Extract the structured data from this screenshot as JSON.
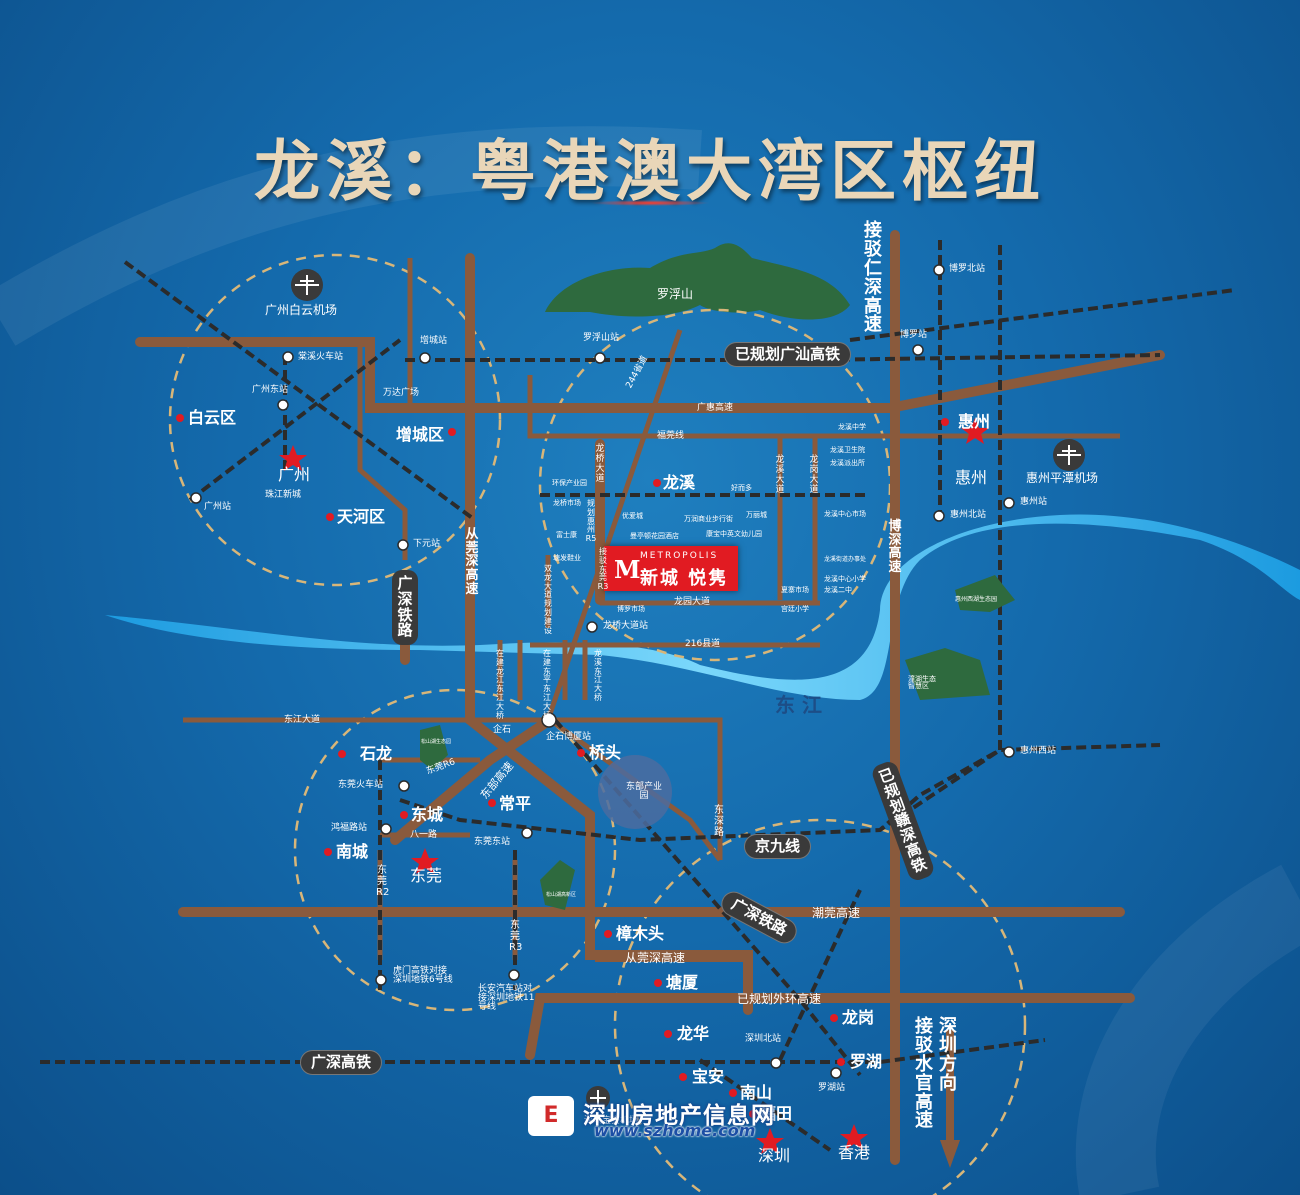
{
  "title": "龙溪：粤港澳大湾区枢纽",
  "mountain": "罗浮山",
  "river": "东  江",
  "project": {
    "name_en": "METROPOLIS",
    "name_cn": "新城 悦隽",
    "logo": "M"
  },
  "watermark": {
    "name": "深圳房地产信息网",
    "url": "www.szhome.com",
    "logo": "E"
  },
  "pills": {
    "guangshan": "已规划广汕高铁",
    "jingjiu": "京九线",
    "guangshen_rail": "广深铁路",
    "guangshen_hsr": "广深高铁"
  },
  "vertical_labels": {
    "renshen": "接驳仁深高速",
    "shuiguan": "接驳水官高速",
    "shenzhen_dir": "深圳方向",
    "guangshen_railway": "广深铁路",
    "conghuan": "从莞深高速",
    "bozhen": "博深高速",
    "ganshen": "已规划赣深高铁",
    "dongguan_expwy": "东部高速"
  },
  "road_labels": {
    "guanghui": "广惠高速",
    "fuguan": "福莞线",
    "road216": "216县道",
    "longyuan": "龙园大道",
    "dongjiang_ave": "东江大道",
    "dongguan_r6": "东莞R6",
    "bayi": "八一路",
    "chaoguan": "潮莞高速",
    "conghuan_h": "从莞深高速",
    "waihuan": "已规划外环高速",
    "dongguan_r2": "东莞R2",
    "dongguan_r3": "东莞R3",
    "dongshen": "东深路",
    "road244": "244省道"
  },
  "small_vertical": {
    "longqiao": "龙桥大道",
    "longxi_ave": "龙溪大道",
    "longgang_ave": "龙岗大道",
    "plan_hz_r5": "规划惠州R5",
    "jie_dg_r3": "接驳东莞R3",
    "shuanglong": "双龙大道规划建设",
    "bridge1": "在建龙江东江大桥",
    "bridge2": "在建东平东江大桥",
    "bridge3": "龙溪东江大桥"
  },
  "districts": {
    "baiyun": "白云区",
    "guangzhou": "广州",
    "tianhe": "天河区",
    "zengcheng": "增城区",
    "longxi": "龙溪",
    "huizhou_a": "惠州",
    "huizhou_b": "惠州",
    "shilong": "石龙",
    "qiaotou": "桥头",
    "dongcheng": "东城",
    "changping": "常平",
    "nancheng": "南城",
    "dongguan": "东莞",
    "zhangmutou": "樟木头",
    "tangxia": "塘厦",
    "longhua": "龙华",
    "longgang": "龙岗",
    "luohu": "罗湖",
    "baoan": "宝安",
    "nanshan": "南山",
    "futian": "福田",
    "shenzhen": "深圳",
    "hongkong": "香港"
  },
  "places": {
    "gz_airport": "广州白云机场",
    "tangxi": "棠溪火车站",
    "gz_east": "广州东站",
    "gz_station": "广州站",
    "zhujiang": "珠江新城",
    "xiayuan": "下元站",
    "zengcheng_st": "增城站",
    "wanda": "万达广场",
    "luofu_st": "罗浮山站",
    "boluo_north": "博罗北站",
    "boluo_st": "博罗站",
    "hz_airport": "惠州平潭机场",
    "hz_north": "惠州北站",
    "hz_station": "惠州站",
    "hz_west": "惠州西站",
    "longqiao_st": "龙桥大道站",
    "qishi": "企石",
    "qishi_bo": "企石博厦站",
    "dg_train": "东莞火车站",
    "honghu": "鸿福路站",
    "dg_east": "东莞东站",
    "dongbu": "东部产业园",
    "humen": "虎门高铁对接深圳地铁6号线",
    "changan": "长安汽车站对接深圳地铁11号线",
    "sz_north": "深圳北站",
    "luohu_st": "罗湖站",
    "sz_airport": "深圳宝安机场",
    "huanbao": "环保产业园",
    "longqiao_mkt": "龙桥市场",
    "fushikang": "富士康",
    "tanghai": "塘发鞋业",
    "youai": "优爱城",
    "manting": "曼亭顿花园酒店",
    "wanrun": "万润商业步行街",
    "kangbao": "康宝中英文幼儿园",
    "wanli": "万丽城",
    "haoyou": "好而多",
    "boluo_mkt": "博罗市场",
    "longxi_mid": "龙溪中学",
    "longxi_health": "龙溪卫生院",
    "longxi_police": "龙溪派出所",
    "longxi_center": "龙溪中心市场",
    "longxi_gov": "龙溪街道办事处",
    "longxi_primary": "龙溪中心小学",
    "longxi_2nd": "龙溪二中",
    "xiazhai": "夏寨市场",
    "gongting": "宫廷小学",
    "hz_eco": "惠州西湖生态园",
    "tanhu": "潼湖生态智慧区",
    "songshan": "松山湖生态园",
    "songshan_b": "松山湖高新区"
  },
  "colors": {
    "road": "#8a5a3c",
    "rail": "#2f2f2f",
    "river": "#4fc0f0",
    "accent": "#e11b22",
    "circle": "#d8b679"
  }
}
